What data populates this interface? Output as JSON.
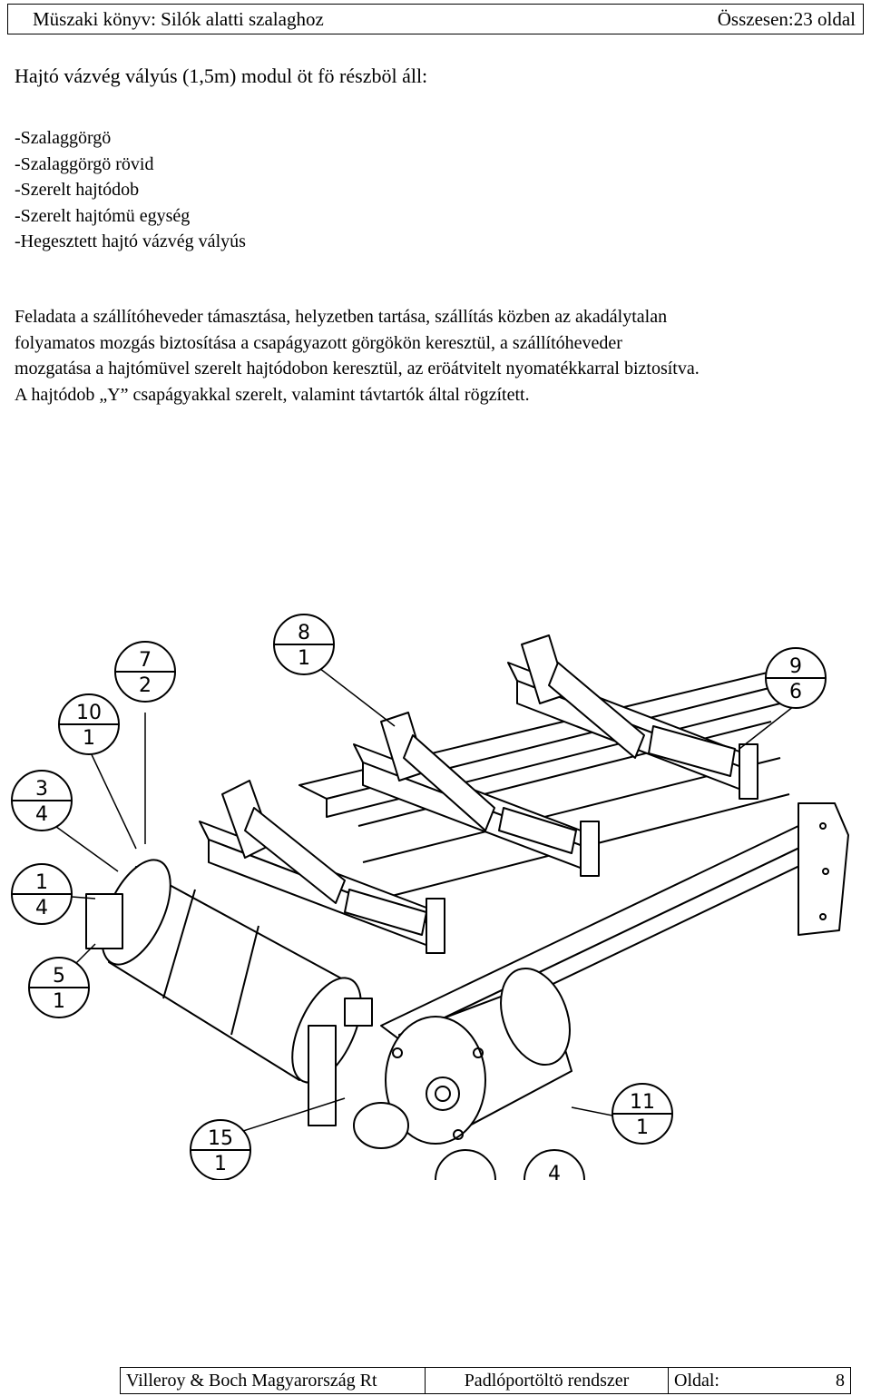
{
  "header": {
    "left": "Müszaki könyv: Silók alatti szalaghoz",
    "right": "Összesen:23 oldal"
  },
  "title": "Hajtó vázvég vályús (1,5m) modul öt fö részböl áll:",
  "parts": [
    "-Szalaggörgö",
    "-Szalaggörgö rövid",
    "-Szerelt hajtódob",
    "-Szerelt hajtómü egység",
    "-Hegesztett hajtó vázvég vályús"
  ],
  "paragraph_lines": [
    "Feladata a szállítóheveder támasztása, helyzetben tartása, szállítás közben az akadálytalan",
    "folyamatos mozgás biztosítása a csapágyazott görgökön keresztül, a szállítóheveder",
    "mozgatása a hajtómüvel szerelt hajtódobon keresztül, az eröátvitelt nyomatékkarral biztosítva.",
    "A hajtódob „Y” csapágyakkal szerelt, valamint távtartók által rögzített."
  ],
  "callouts": [
    {
      "id": "c-8-1",
      "top": "8",
      "bottom": "1"
    },
    {
      "id": "c-7-2",
      "top": "7",
      "bottom": "2"
    },
    {
      "id": "c-10-1",
      "top": "10",
      "bottom": "1"
    },
    {
      "id": "c-9-6",
      "top": "9",
      "bottom": "6"
    },
    {
      "id": "c-3-4",
      "top": "3",
      "bottom": "4"
    },
    {
      "id": "c-1-4",
      "top": "1",
      "bottom": "4"
    },
    {
      "id": "c-5-1",
      "top": "5",
      "bottom": "1"
    },
    {
      "id": "c-11-1",
      "top": "11",
      "bottom": "1"
    },
    {
      "id": "c-15-1",
      "top": "15",
      "bottom": "1"
    },
    {
      "id": "c-x-4",
      "top": "4",
      "bottom": ""
    }
  ],
  "footer": {
    "company": "Villeroy & Boch Magyarország Rt",
    "system": "Padlóportöltö rendszer",
    "page_label": "Oldal:",
    "page_number": "8"
  }
}
